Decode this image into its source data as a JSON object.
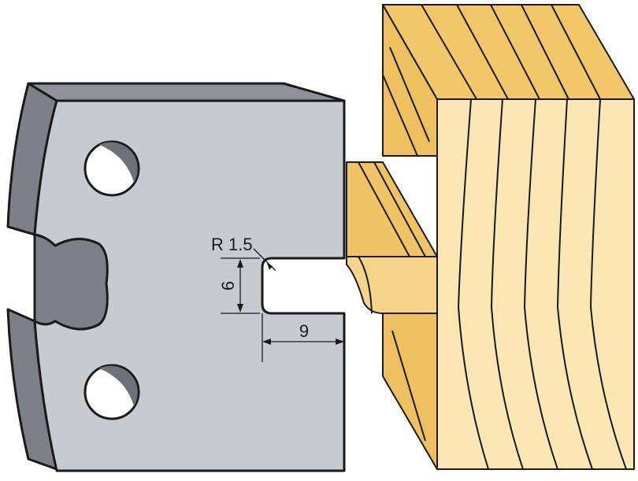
{
  "diagram": {
    "radius_label": "R 1.5",
    "height_label": "6",
    "width_label": "9"
  },
  "colors": {
    "background": "#ffffff",
    "steel_face": "#c6cad1",
    "steel_edge": "#7d8088",
    "steel_hole": "#6e7178",
    "wood_face": "#fbe6b4",
    "wood_top": "#f2c76a",
    "wood_side": "#efc060",
    "outline": "#1a1a1a"
  },
  "icons": {
    "cutter": "profile-knife-icon",
    "workpiece": "wood-block-icon"
  }
}
